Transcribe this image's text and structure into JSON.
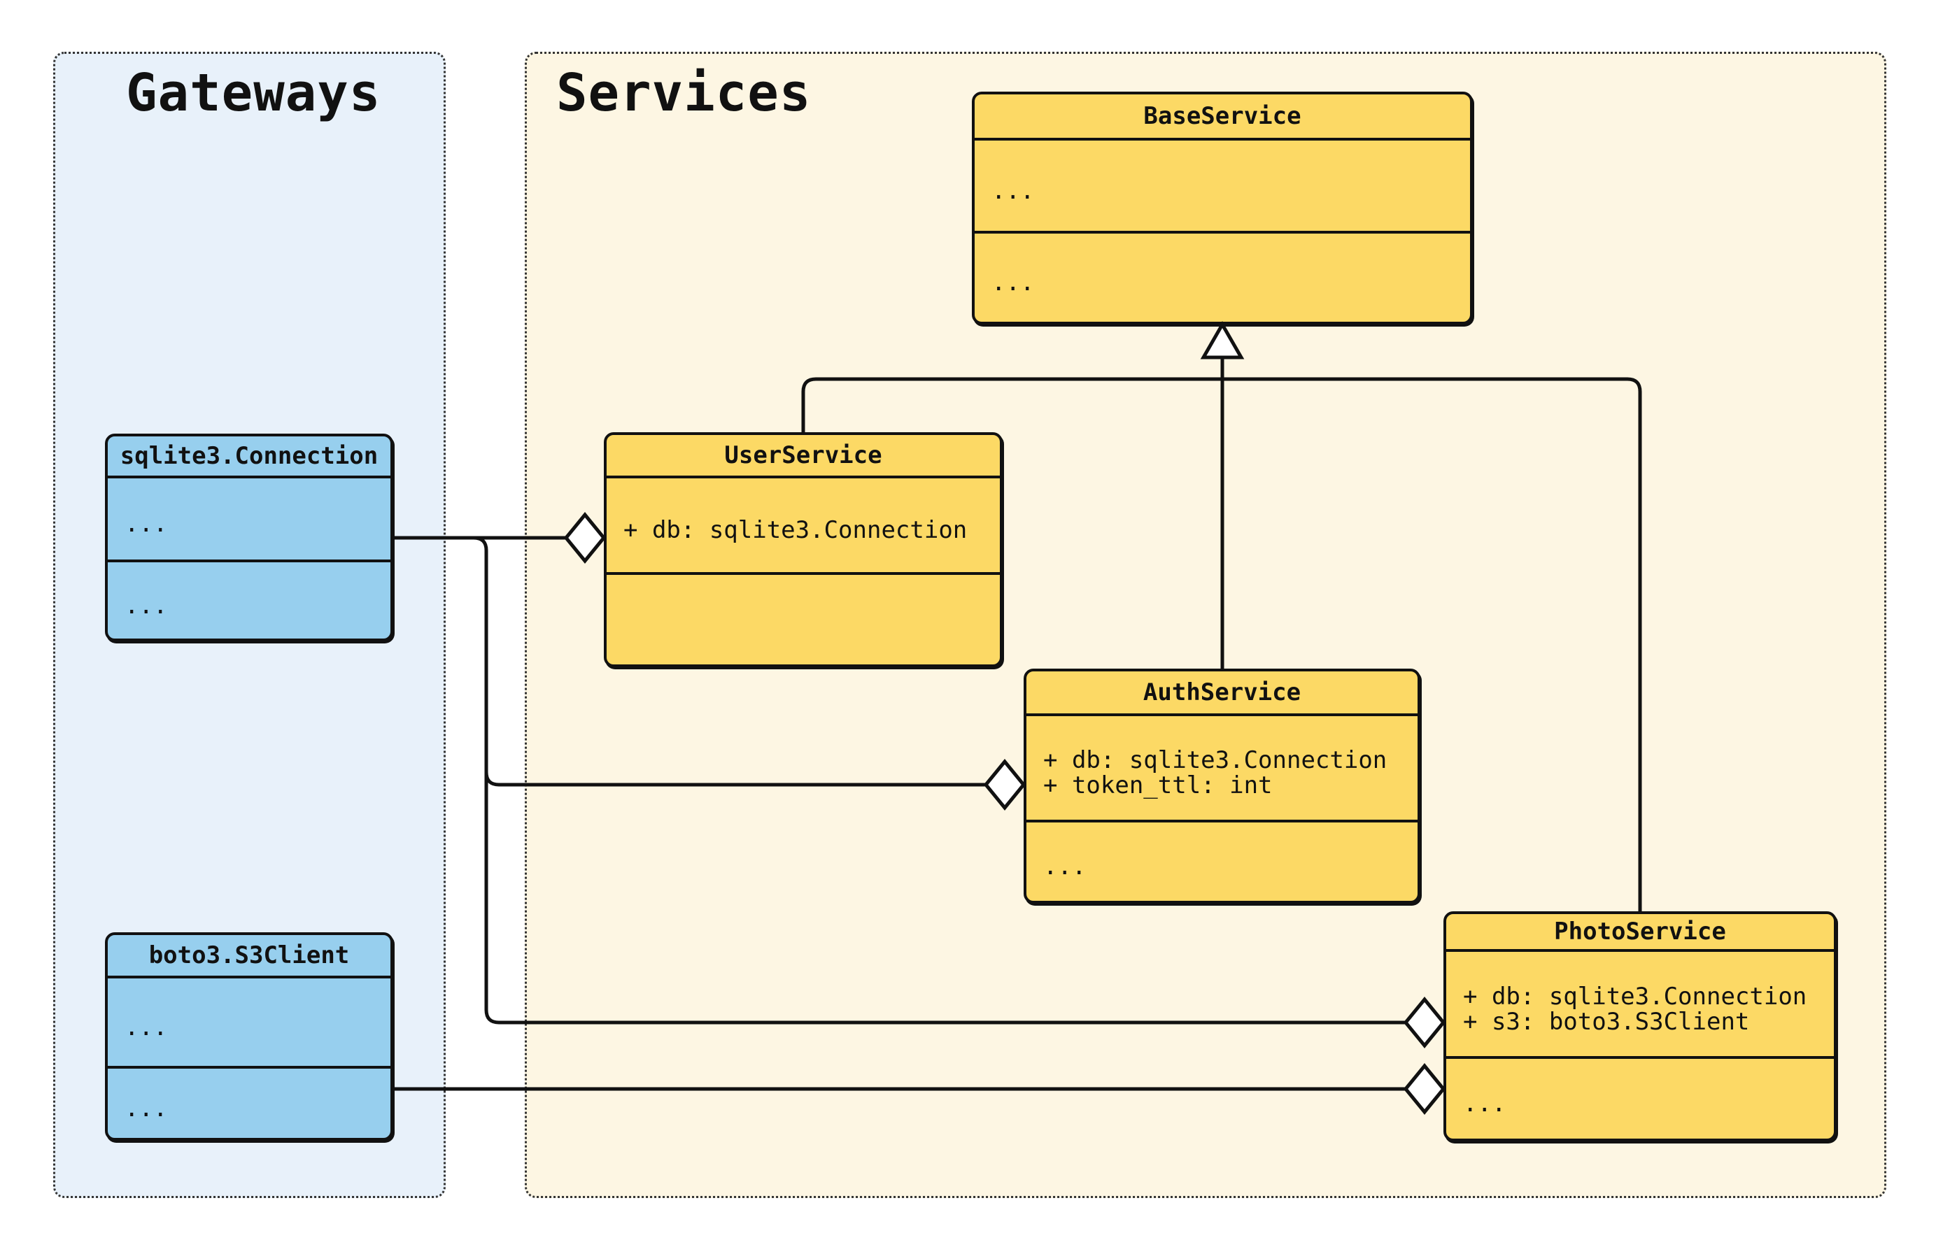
{
  "containers": [
    {
      "id": "gateways",
      "label": "Gateways",
      "fill": "#E8F1FA"
    },
    {
      "id": "services",
      "label": "Services",
      "fill": "#FDF6E3"
    }
  ],
  "classes": [
    {
      "name": "sqlite3.Connection",
      "container": "gateways",
      "fill": "#97CFEE",
      "attributes": [
        "..."
      ],
      "methods": [
        "..."
      ]
    },
    {
      "name": "boto3.S3Client",
      "container": "gateways",
      "fill": "#97CFEE",
      "attributes": [
        "..."
      ],
      "methods": [
        "..."
      ]
    },
    {
      "name": "BaseService",
      "container": "services",
      "fill": "#FCD965",
      "attributes": [
        "..."
      ],
      "methods": [
        "..."
      ]
    },
    {
      "name": "UserService",
      "container": "services",
      "fill": "#FCD965",
      "attributes": [
        "+ db: sqlite3.Connection"
      ],
      "methods": []
    },
    {
      "name": "AuthService",
      "container": "services",
      "fill": "#FCD965",
      "attributes": [
        "+ db: sqlite3.Connection",
        "+ token_ttl: int"
      ],
      "methods": [
        "..."
      ]
    },
    {
      "name": "PhotoService",
      "container": "services",
      "fill": "#FCD965",
      "attributes": [
        "+ db: sqlite3.Connection",
        "+ s3: boto3.S3Client"
      ],
      "methods": [
        "..."
      ]
    }
  ],
  "relations": [
    {
      "type": "inheritance",
      "from": "UserService",
      "to": "BaseService"
    },
    {
      "type": "inheritance",
      "from": "AuthService",
      "to": "BaseService"
    },
    {
      "type": "inheritance",
      "from": "PhotoService",
      "to": "BaseService"
    },
    {
      "type": "aggregation",
      "from": "sqlite3.Connection",
      "to": "UserService.db"
    },
    {
      "type": "aggregation",
      "from": "sqlite3.Connection",
      "to": "AuthService.db"
    },
    {
      "type": "aggregation",
      "from": "sqlite3.Connection",
      "to": "PhotoService.db"
    },
    {
      "type": "aggregation",
      "from": "boto3.S3Client",
      "to": "PhotoService.s3"
    }
  ],
  "colors": {
    "canvas_bg": "#FFFFFF",
    "gateway_panel_bg": "#E8F1FA",
    "service_panel_bg": "#FDF6E3",
    "gateway_node_fill": "#97CFEE",
    "service_node_fill": "#FCD965",
    "line": "#111111"
  }
}
